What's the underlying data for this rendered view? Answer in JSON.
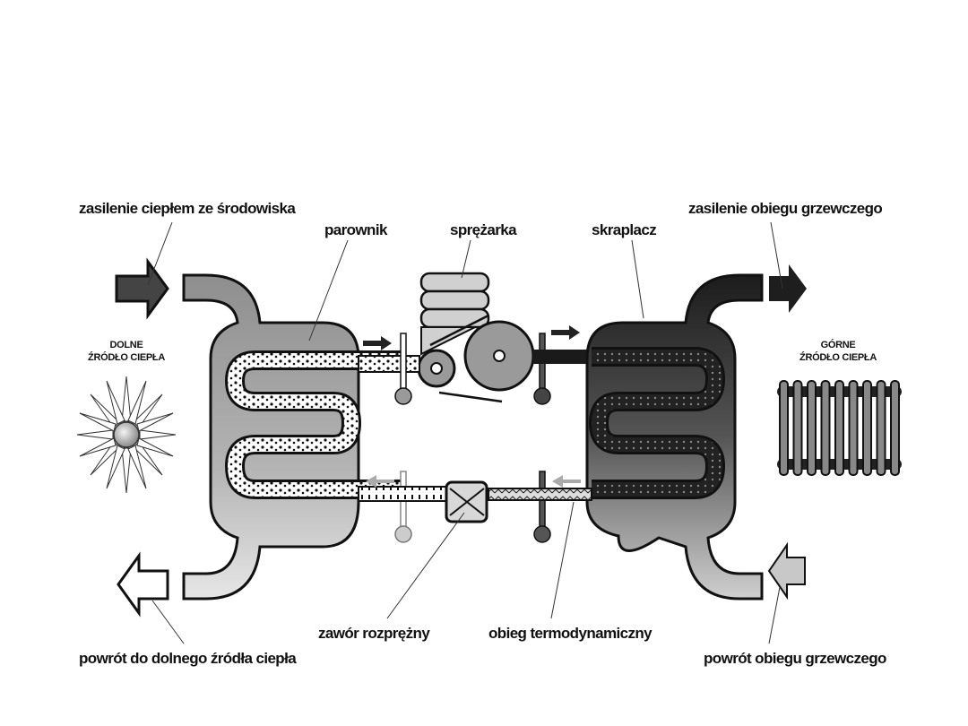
{
  "title": "Schemat pompy ciepła",
  "labels": {
    "zasilanie_srodowisko": "zasilenie ciepłem ze środowiska",
    "parownik": "parownik",
    "sprezarka": "sprężarka",
    "skraplacz": "skraplacz",
    "zasilanie_obieg": "zasilenie obiegu grzewczego",
    "powrot_dolne": "powrót do dolnego źródła ciepła",
    "zawor": "zawór rozprężny",
    "obieg": "obieg termodynamiczny",
    "powrot_obieg": "powrót obiegu grzewczego"
  },
  "captions": {
    "dolne_line1": "DOLNE",
    "dolne_line2": "ŹRÓDŁO CIEPŁA",
    "gorne_line1": "GÓRNE",
    "gorne_line2": "ŹRÓDŁO CIEPŁA"
  },
  "colors": {
    "evaporator": "#a8a8a8",
    "condenser": "#2a2a2a",
    "compressor": "#c8c8c8",
    "outline": "#111111"
  },
  "icons": [
    "sun-icon",
    "radiator-icon",
    "arrow-in-icon",
    "arrow-out-icon",
    "thermometer-icon"
  ]
}
